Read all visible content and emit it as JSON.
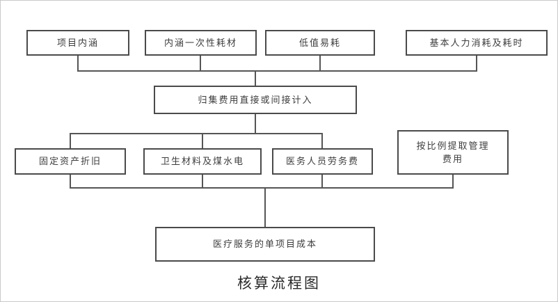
{
  "caption": "核算流程图",
  "nodes": [
    {
      "id": "project-content",
      "label": "项目内涵"
    },
    {
      "id": "disposable-consumables",
      "label": "内涵一次性耗材"
    },
    {
      "id": "low-value-consumables",
      "label": "低值易耗"
    },
    {
      "id": "basic-manpower-time",
      "label": "基本人力消耗及耗时"
    },
    {
      "id": "cost-direct-indirect",
      "label": "归集费用直接或间接计入"
    },
    {
      "id": "fixed-asset-depreciation",
      "label": "固定资产折旧"
    },
    {
      "id": "materials-utilities",
      "label": "卫生材料及煤水电"
    },
    {
      "id": "staff-labor-fee",
      "label": "医务人员劳务费"
    },
    {
      "id": "management-fee",
      "label": "按比例提取管理",
      "label2": "费用"
    },
    {
      "id": "single-item-cost",
      "label": "医疗服务的单项目成本"
    }
  ],
  "colors": {
    "box_border": "#4a4a4a",
    "line": "#555555",
    "text": "#3d3d3d",
    "background": "#ffffff"
  }
}
